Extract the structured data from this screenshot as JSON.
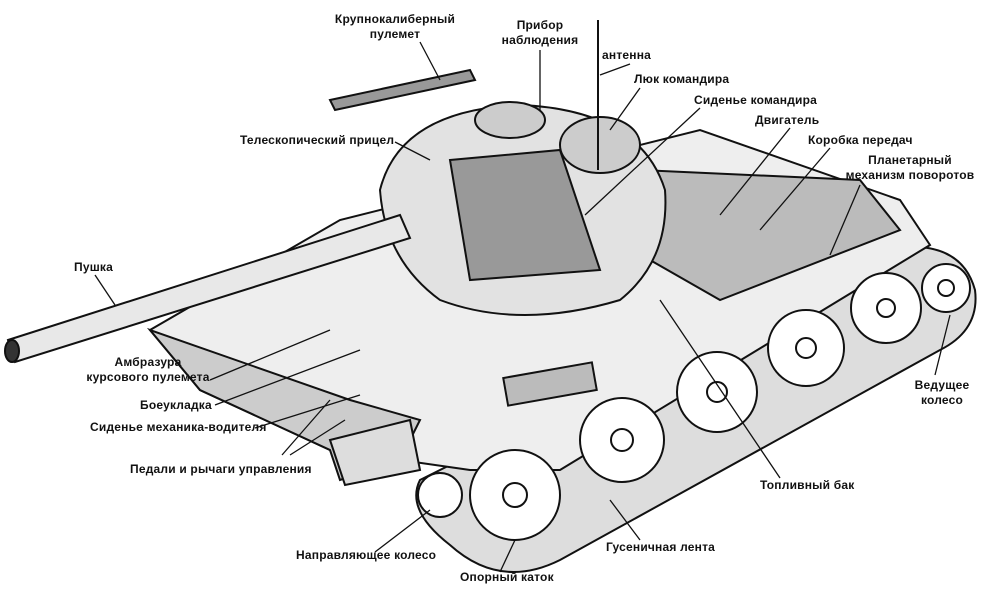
{
  "labels": {
    "heavy_mg": [
      "Крупнокалиберный",
      "пулемет"
    ],
    "observation": [
      "Прибор",
      "наблюдения"
    ],
    "antenna": "антенна",
    "commander_hatch": "Люк командира",
    "commander_seat": "Сиденье командира",
    "engine": "Двигатель",
    "gearbox": "Коробка передач",
    "planetary": [
      "Планетарный",
      "механизм поворотов"
    ],
    "sight": "Телескопический прицел",
    "gun": "Пушка",
    "bow_mg": [
      "Амбразура",
      "курсового пулемета"
    ],
    "ammo": "Боеукладка",
    "driver_seat": "Сиденье механика-водителя",
    "controls": "Педали и рычаги управления",
    "drive_wheel": [
      "Ведущее",
      "колесо"
    ],
    "fuel_tank": "Топливный бак",
    "track": "Гусеничная лента",
    "idler": "Направляющее колесо",
    "road_wheel": "Опорный каток"
  }
}
